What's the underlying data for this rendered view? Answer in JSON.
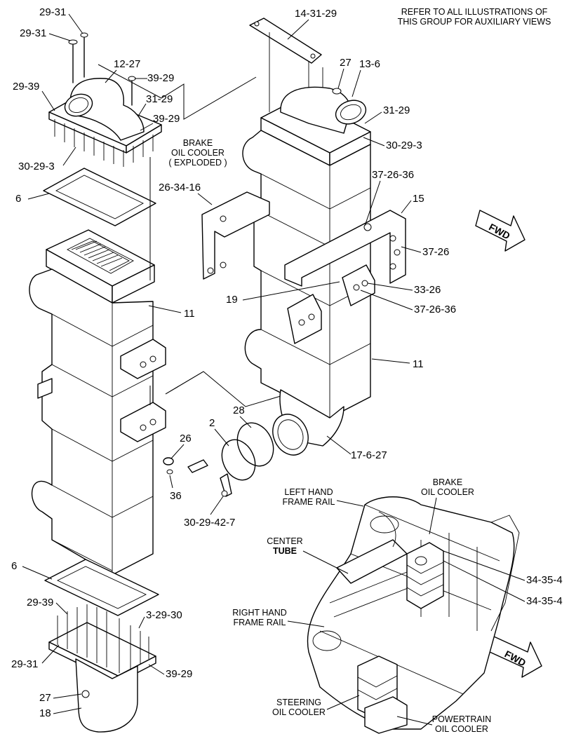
{
  "header_note": [
    "REFER TO ALL ILLUSTRATIONS OF",
    "THIS GROUP FOR AUXILIARY VIEWS"
  ],
  "captions": {
    "brake_exploded": [
      "BRAKE",
      "OIL COOLER",
      "( EXPLODED )"
    ],
    "brake_oil_cooler": [
      "BRAKE",
      "OIL COOLER"
    ],
    "left_hand_frame_rail": [
      "LEFT HAND",
      "FRAME RAIL"
    ],
    "center_tube": [
      "CENTER",
      "TUBE"
    ],
    "right_hand_frame_rail": [
      "RIGHT HAND",
      "FRAME RAIL"
    ],
    "steering_oil_cooler": [
      "STEERING",
      "OIL COOLER"
    ],
    "powertrain_oil_cooler": [
      "POWERTRAIN",
      "OIL COOLER"
    ]
  },
  "fwd_arrows": [
    "FWD",
    "FWD"
  ],
  "part_labels": [
    "29-31",
    "29-31",
    "12-27",
    "39-29",
    "29-39",
    "31-29",
    "39-29",
    "30-29-3",
    "6",
    "11",
    "14-31-29",
    "27",
    "13-6",
    "31-29",
    "30-29-3",
    "26-34-16",
    "37-26-36",
    "15",
    "37-26",
    "19",
    "33-26",
    "37-26-36",
    "11",
    "28",
    "2",
    "17-6-27",
    "26",
    "36",
    "30-29-42-7",
    "6",
    "29-39",
    "3-29-30",
    "29-31",
    "39-29",
    "27",
    "18",
    "34-35-4",
    "34-35-4"
  ]
}
